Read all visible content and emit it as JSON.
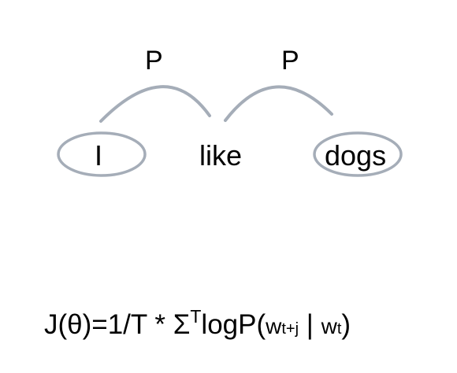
{
  "diagram": {
    "words": {
      "first": "I",
      "center": "like",
      "last": "dogs"
    },
    "edge_labels": {
      "left": "P",
      "right": "P"
    },
    "stroke_color": "#a5adb8"
  },
  "formula": {
    "lhs": "J(θ)=1/T * Σ",
    "sum_sup": "T",
    "log_p": "logP(",
    "w1": "w",
    "w1_sub": "t+j",
    "sep": " | ",
    "w2": "w",
    "w2_sub": "t",
    "close": ")"
  }
}
